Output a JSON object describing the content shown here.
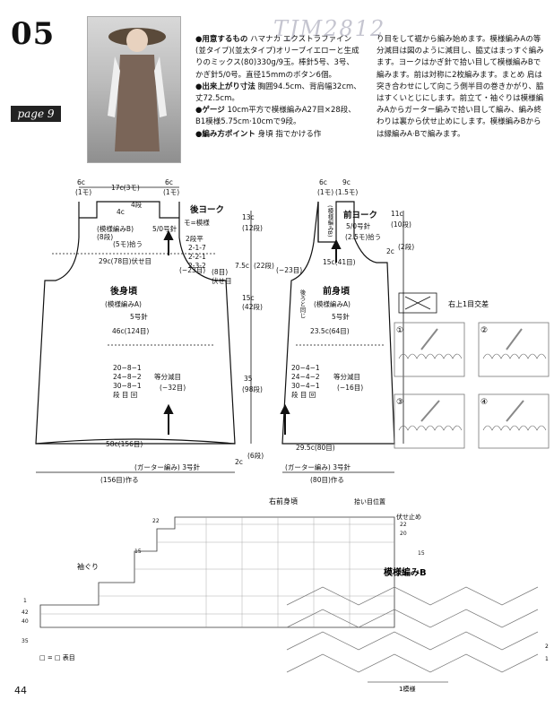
{
  "header": {
    "number": "05",
    "page_label": "page 9",
    "watermark": "TJM2812"
  },
  "spec": {
    "materials_label": "●用意するもの",
    "materials_text": "ハマナカ エクストラファイン(並タイプ)(並太タイプ)オリーブイエローと生成りのミックス(80)330g/9玉。棒針5号、3号、かぎ針5/0号。直径15mmのボタン6個。",
    "size_label": "●出来上がり寸法",
    "size_text": "胸囲94.5cm、背肩幅32cm、丈72.5cm。",
    "gauge_label": "●ゲージ",
    "gauge_text": "10cm平方で模様編みA27目×28段、B1模様5.75cm·10cmで9段。",
    "point_label": "●編み方ポイント",
    "point_text": "身頃 指でかける作"
  },
  "instructions": "り目をして裾から編み始めます。模様編みAの等分減目は図のように減目し、脇丈はまっすぐ編みます。ヨークはかぎ針で拾い目して模様編みBで編みます。前は対称に2枚編みます。まとめ 肩は突き合わせにして向こう側半目の巻きかがり、脇はすくいとじにします。前立て・袖ぐりは模様編みAからガーター編みで拾い目して編み、編み終わりは裏から伏せ止めにします。模様編みBからは縁編みA·Bで編みます。",
  "back": {
    "top_left": "6c",
    "top_left_sub": "(1モ)",
    "top_mid": "17c(3モ)",
    "top_right": "6c",
    "top_right_sub": "(1モ)",
    "neck_4c": "4c",
    "neck_4dan": "4段",
    "yoke_label": "後ヨーク",
    "yoke_pattern": "(模様編みB)",
    "yoke_needle": "5/0号針",
    "yoke_note": "モ=模様",
    "dan8": "(8段)",
    "pick5": "(5モ)拾う",
    "dec_title": "2段平",
    "dec_rows": [
      "2-1-7",
      "2-2-1",
      "2-3-2"
    ],
    "bind_8": "(8目)",
    "bind_label": "伏せ目",
    "armhole_left": "29c(78目)伏せ目",
    "armhole_m23": "(−23目)",
    "right_13c": "13c",
    "right_12dan": "(12段)",
    "right_75c": "7.5c",
    "right_22dan": "(22段)",
    "right_15c": "15c",
    "right_42dan": "(42段)",
    "right_35": "35",
    "right_98dan": "(98段)",
    "right_2c": "2c",
    "right_6dan": "(6段)",
    "title": "後身頃",
    "pattern": "(模様編みA)",
    "needle": "5号針",
    "width46": "46c(124目)",
    "dec_lines": [
      "20−8−1",
      "24−8−2",
      "30−8−1"
    ],
    "dec_header": "段 目 回",
    "even_dec": "等分減目",
    "dec_total": "(−32目)",
    "width58": "58c(156目)",
    "garter": "(ガーター編み) 3号針",
    "cast_on": "(156目)作る"
  },
  "front": {
    "top_6c": "6c",
    "top_6c_sub": "(1モ)",
    "top_9c": "9c",
    "top_9c_sub": "(1.5モ)",
    "yoke_vertical": "(模様編みB)",
    "yoke_label": "前ヨーク",
    "needle_5": "5/0号針",
    "pick25": "(2.5モ)拾う",
    "right_11c": "11c",
    "right_10dan": "(10段)",
    "right_2c": "2c",
    "right_2dan": "(2段)",
    "m23": "(−23目)",
    "w15": "15c(41目)",
    "same_back": "後ろと同じ",
    "title": "前身頃",
    "pattern": "(模様編みA)",
    "needle": "5号針",
    "w23": "23.5c(64目)",
    "dec_lines": [
      "20−4−1",
      "24−4−2",
      "30−4−1"
    ],
    "dec_header": "段 目 回",
    "even_dec": "等分減目",
    "dec_total": "(−16目)",
    "w29": "29.5c(80目)",
    "garter": "(ガーター編み) 3号針",
    "cast_on": "(80目)作る"
  },
  "cross": {
    "label": "右上1目交差",
    "steps": [
      "①",
      "②",
      "③",
      "④"
    ]
  },
  "chart": {
    "title": "右前身頃",
    "pickup": "拾い目位置",
    "bind_off": "伏せ止め",
    "armhole": "袖ぐり",
    "row_labels_right": [
      "22",
      "20",
      "15"
    ],
    "row_labels_left": [
      "22",
      "15",
      "1",
      "42",
      "40",
      "35"
    ],
    "legend": "□ = □ 表目"
  },
  "patternB": {
    "title": "模様編みB",
    "repeat": "1模様",
    "row1": "1",
    "row2": "2"
  },
  "page_number": "44"
}
